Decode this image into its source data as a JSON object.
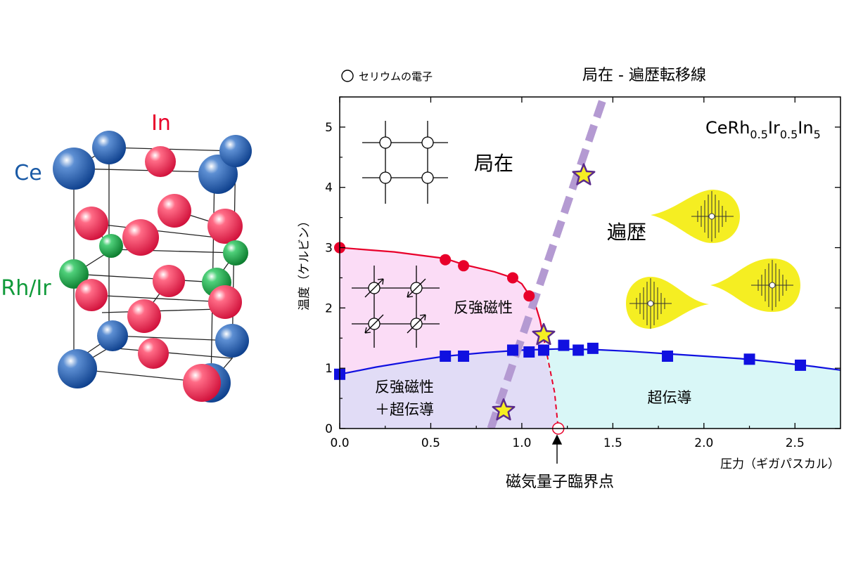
{
  "crystal": {
    "label_in": "In",
    "label_ce": "Ce",
    "label_rhir": "Rh/Ir",
    "colors": {
      "in": "#e8002a",
      "ce": "#1a5aa6",
      "rhir": "#109a3a"
    }
  },
  "legend_electron": "セリウムの電子",
  "transition_line_label": "局在 - 遍歴転移線",
  "compound": {
    "base": "CeRh",
    "s1": "0.5",
    "mid": "Ir",
    "s2": "0.5",
    "end": "In",
    "s3": "5"
  },
  "regions": {
    "localized": "局在",
    "itinerant": "遍歴",
    "afm": "反強磁性",
    "afm_sc_line1": "反強磁性",
    "afm_sc_line2": "＋超伝導",
    "sc": "超伝導"
  },
  "qcp_label": "磁気量子臨界点",
  "colors": {
    "afm_fill": "#fbdcf6",
    "afm_sc_fill": "#e1dcf6",
    "sc_fill": "#d9f7f7",
    "neel_line": "#e8002a",
    "tc_line": "#1010e0",
    "transition": "#b49ad2",
    "star": "#f5ee22",
    "star_edge": "#5a2a8a",
    "wave_blob": "#f5ee22"
  },
  "chart_data": {
    "type": "scatter",
    "title": "",
    "xlabel": "圧力（ギガパスカル）",
    "ylabel": "温度（ケルビン）",
    "xlim": [
      0,
      2.75
    ],
    "ylim": [
      0,
      5.5
    ],
    "xticks": [
      0.0,
      0.5,
      1.0,
      1.5,
      2.0,
      2.5
    ],
    "xtick_labels": [
      "0.0",
      "0.5",
      "1.0",
      "1.5",
      "2.0",
      "2.5"
    ],
    "yticks": [
      0,
      1,
      2,
      3,
      4,
      5
    ],
    "ytick_labels": [
      "0",
      "1",
      "2",
      "3",
      "4",
      "5"
    ],
    "series": [
      {
        "marker": "circle",
        "color": "#e8002a",
        "x": [
          0.0,
          0.58,
          0.68,
          0.95,
          1.04
        ],
        "y": [
          3.0,
          2.8,
          2.7,
          2.5,
          2.2
        ]
      },
      {
        "marker": "square",
        "color": "#1010e0",
        "x": [
          0.0,
          0.58,
          0.68,
          0.95,
          1.04,
          1.12,
          1.23,
          1.31,
          1.39,
          1.8,
          2.25,
          2.53
        ],
        "y": [
          0.9,
          1.2,
          1.2,
          1.3,
          1.27,
          1.3,
          1.38,
          1.3,
          1.33,
          1.2,
          1.15,
          1.05
        ]
      },
      {
        "marker": "star",
        "color": "#f5ee22",
        "x": [
          0.9,
          1.12,
          1.34
        ],
        "y": [
          0.3,
          1.55,
          4.2
        ]
      }
    ],
    "neel_curve": {
      "x": [
        0.0,
        0.3,
        0.58,
        0.68,
        0.85,
        0.95,
        1.0,
        1.04,
        1.08,
        1.1,
        1.12
      ],
      "y": [
        3.0,
        2.93,
        2.82,
        2.72,
        2.6,
        2.5,
        2.4,
        2.22,
        2.0,
        1.8,
        1.5
      ]
    },
    "neel_extrapolation": {
      "x": [
        1.12,
        1.18,
        1.2
      ],
      "y": [
        1.5,
        0.6,
        0.0
      ]
    },
    "tc_curve": {
      "x": [
        0.0,
        0.2,
        0.4,
        0.58,
        0.8,
        1.0,
        1.2,
        1.4,
        1.6,
        1.8,
        2.0,
        2.2,
        2.4,
        2.6,
        2.75
      ],
      "y": [
        0.9,
        1.02,
        1.12,
        1.2,
        1.26,
        1.3,
        1.32,
        1.31,
        1.28,
        1.24,
        1.2,
        1.16,
        1.1,
        1.03,
        0.97
      ]
    },
    "transition_line": {
      "x": [
        0.83,
        1.45
      ],
      "y": [
        0.0,
        5.5
      ]
    },
    "qcp": {
      "x": 1.2,
      "y": 0.0
    }
  }
}
